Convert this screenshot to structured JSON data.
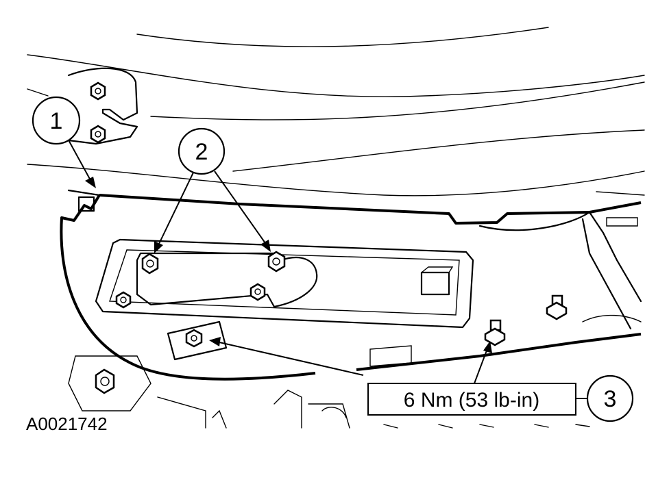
{
  "callouts": {
    "c1": "1",
    "c2": "2",
    "c3": "3"
  },
  "torque_spec": "6 Nm (53 lb-in)",
  "figure_id": "A0021742"
}
